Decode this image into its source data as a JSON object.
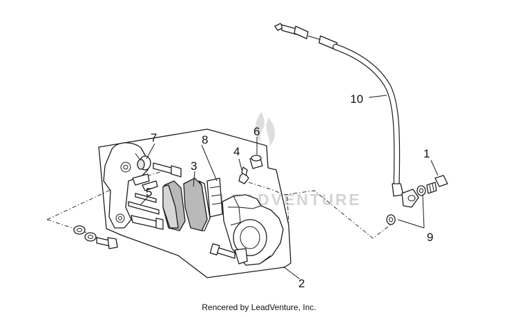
{
  "watermark": {
    "text": "LEADVENTURE"
  },
  "callouts": {
    "c1": "1",
    "c2": "2",
    "c3": "3",
    "c4": "4",
    "c5": "5",
    "c6": "6",
    "c7": "7",
    "c8": "8",
    "c9": "9",
    "c10": "10"
  },
  "footer": {
    "credit": "Rencered by LeadVenture, Inc."
  }
}
